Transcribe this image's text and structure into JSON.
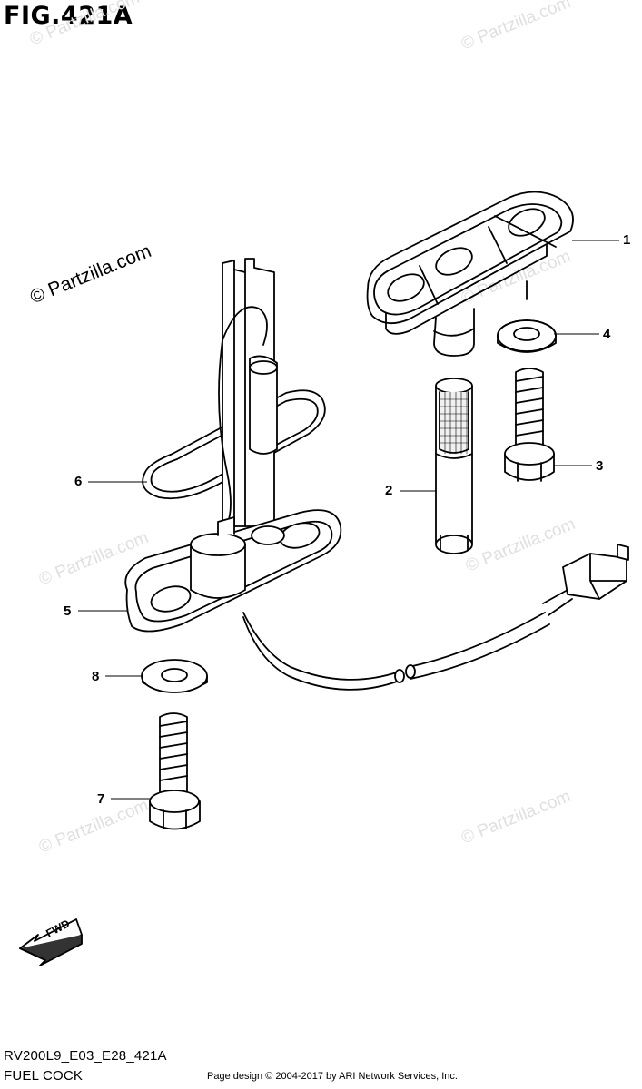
{
  "figure": {
    "title": "FIG.421A",
    "code": "RV200L9_E03_E28_421A",
    "name": "FUEL COCK"
  },
  "copyright": "Page design © 2004-2017 by ARI Network Services, Inc.",
  "watermark": "© Partzilla.com",
  "fwd_label": "FWD",
  "callouts": [
    "1",
    "2",
    "3",
    "4",
    "5",
    "6",
    "7",
    "8"
  ],
  "colors": {
    "line": "#000000",
    "watermark": "#e0e0e0"
  }
}
